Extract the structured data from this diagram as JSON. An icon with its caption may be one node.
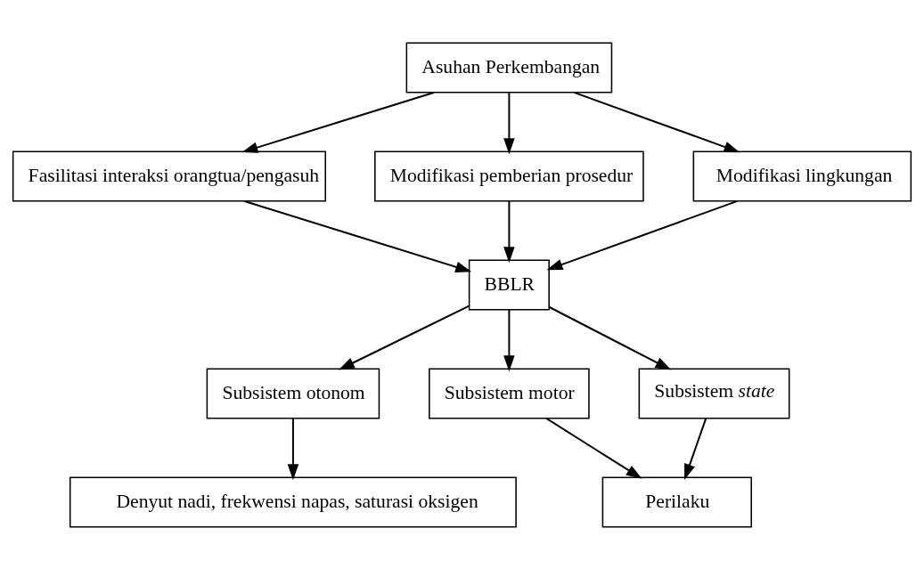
{
  "diagram": {
    "nodes": [
      {
        "text": [
          "Asuhan Perkembangan"
        ]
      },
      {
        "text": [
          "Fasilitasi interaksi orangtua/pengasuh"
        ]
      },
      {
        "text": [
          "Modifikasi pemberian prosedur"
        ]
      },
      {
        "text": [
          "Modifikasi lingkungan"
        ]
      },
      {
        "text": [
          "BBLR"
        ]
      },
      {
        "text": [
          "Subsistem otonom"
        ]
      },
      {
        "text": [
          "Subsistem motor"
        ]
      },
      {
        "text": [
          "Subsistem *state*"
        ]
      },
      {
        "text": [
          "Denyut nadi, frekwensi napas, saturasi oksigen"
        ]
      },
      {
        "text": [
          "Perilaku"
        ]
      }
    ],
    "edges": [
      {
        "from": 0,
        "to": 1,
        "arrow": "to"
      },
      {
        "from": 0,
        "to": 2,
        "arrow": "to"
      },
      {
        "from": 0,
        "to": 3,
        "arrow": "to"
      },
      {
        "from": 1,
        "to": 4,
        "arrow": "to"
      },
      {
        "from": 2,
        "to": 4,
        "arrow": "to"
      },
      {
        "from": 3,
        "to": 4,
        "arrow": "to"
      },
      {
        "from": 4,
        "to": 5,
        "arrow": "to"
      },
      {
        "from": 4,
        "to": 6,
        "arrow": "to"
      },
      {
        "from": 4,
        "to": 7,
        "arrow": "to"
      },
      {
        "from": 5,
        "to": 8,
        "arrow": "to"
      },
      {
        "from": 6,
        "to": 9,
        "arrow": "to"
      },
      {
        "from": 7,
        "to": 9,
        "arrow": "to"
      }
    ]
  }
}
